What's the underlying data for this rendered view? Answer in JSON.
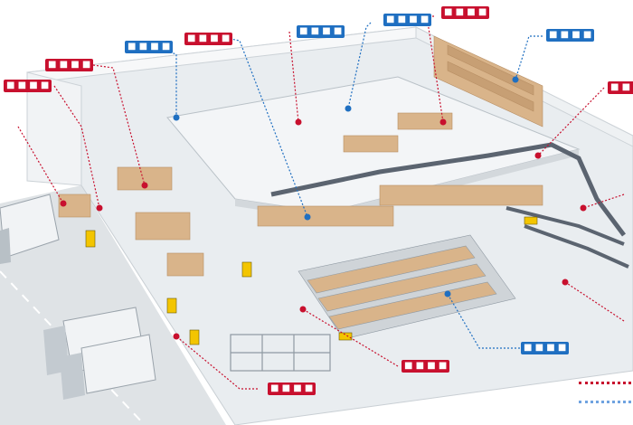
{
  "diagram": {
    "callouts": [
      {
        "id": "c1",
        "text": "■ ■ ■ ■",
        "kind": "red"
      },
      {
        "id": "c2",
        "text": "■ ■ ■ ■",
        "kind": "red"
      },
      {
        "id": "c3",
        "text": "■ ■ ■ ■",
        "kind": "blue"
      },
      {
        "id": "c4",
        "text": "■ ■ ■ ■",
        "kind": "red"
      },
      {
        "id": "c5",
        "text": "■ ■ ■ ■",
        "kind": "blue"
      },
      {
        "id": "c6",
        "text": "■ ■ ■ ■",
        "kind": "blue"
      },
      {
        "id": "c7",
        "text": "■ ■ ■ ■",
        "kind": "red"
      },
      {
        "id": "c8",
        "text": "■ ■ ■ ■",
        "kind": "blue"
      },
      {
        "id": "c9",
        "text": "■ ■ ■",
        "kind": "red"
      },
      {
        "id": "c10",
        "text": "■ ■ ■ ■",
        "kind": "blue"
      },
      {
        "id": "c11",
        "text": "■ ■ ■ ■",
        "kind": "red"
      },
      {
        "id": "c12",
        "text": "■ ■ ■ ■",
        "kind": "red"
      }
    ],
    "colors": {
      "red": "#c8102e",
      "blue": "#1f6fc1",
      "floor": "#e9edf0",
      "wall": "#f4f6f8",
      "box": "#d9b48a",
      "rack": "#9aa3ab",
      "yellow": "#f3c500"
    }
  }
}
